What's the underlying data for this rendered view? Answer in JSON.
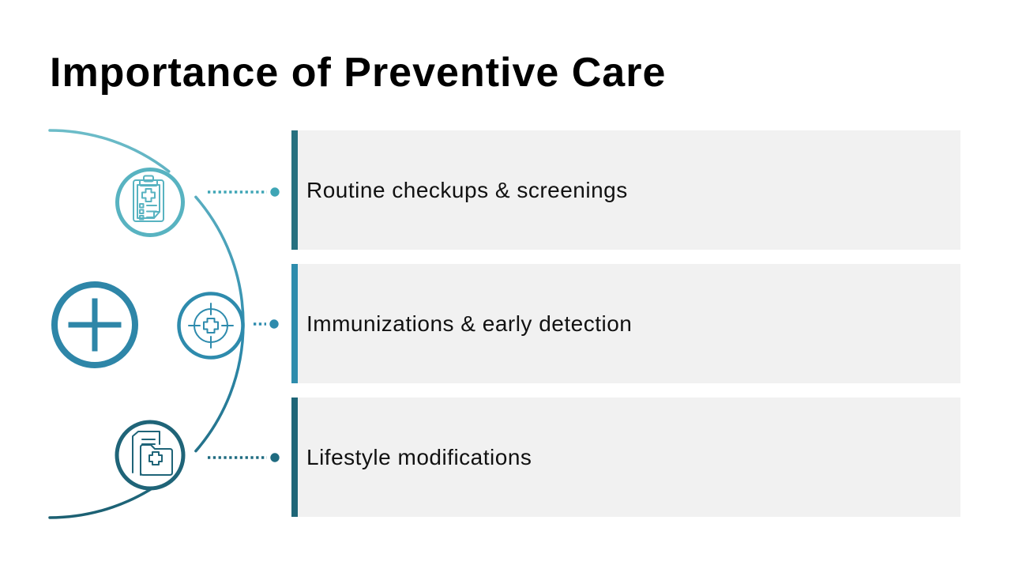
{
  "slide": {
    "title": "Importance of Preventive Care"
  },
  "list": {
    "items": [
      {
        "label": "Routine checkups & screenings",
        "accent_color": "#26707f",
        "connector_color": "#3ea5b5"
      },
      {
        "label": "Immunizations & early detection",
        "accent_color": "#2e8cac",
        "connector_color": "#2e8bad"
      },
      {
        "label": "Lifestyle modifications",
        "accent_color": "#1e6577",
        "connector_color": "#1f6b80"
      }
    ]
  },
  "graphic": {
    "icons": [
      "plus-circle-icon",
      "clipboard-checklist-icon",
      "crosshair-target-icon",
      "medical-folder-icon"
    ],
    "colors": {
      "arc_gradient_top": "#6cbcc8",
      "arc_gradient_mid": "#2e8bad",
      "arc_gradient_bottom": "#1c6072",
      "clipboard_icon": "#58b3c1",
      "target_icon": "#2e8bad",
      "folder_icon": "#1f6478",
      "plus_circle": "#2e86a8",
      "row_background": "#f1f1f1",
      "title_color": "#000000"
    }
  }
}
